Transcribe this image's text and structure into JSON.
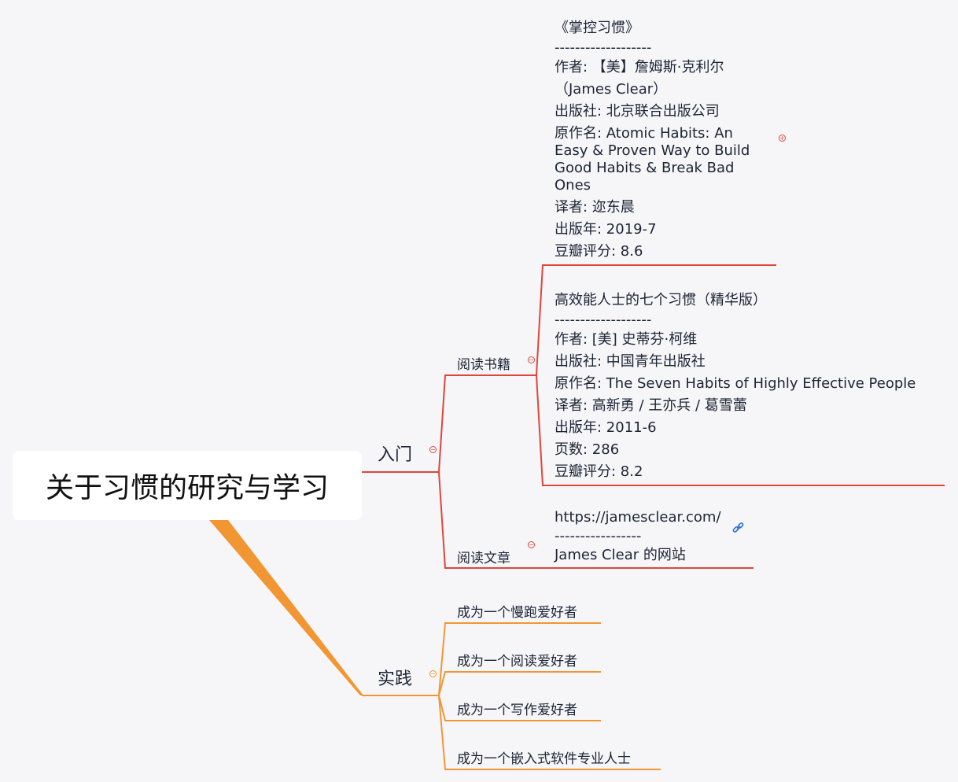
{
  "root": {
    "title": "关于习惯的研究与学习"
  },
  "branches": {
    "intro": {
      "label": "入门",
      "books": {
        "label": "阅读书籍",
        "book1": {
          "title": "《掌控习惯》",
          "sep": "-------------------",
          "author1": "作者: 【美】詹姆斯·克利尔",
          "author2": "（James Clear）",
          "publisher": "出版社: 北京联合出版公司",
          "original": "原作名: Atomic Habits: An Easy & Proven Way to Build Good Habits & Break Bad Ones",
          "translator": "译者: 迩东晨",
          "year": "出版年: 2019-7",
          "rating": "豆瓣评分: 8.6"
        },
        "book2": {
          "title": "高效能人士的七个习惯（精华版）",
          "sep": "-------------------",
          "author": "作者:  [美] 史蒂芬·柯维",
          "publisher": "出版社: 中国青年出版社",
          "original": "原作名: The Seven Habits of Highly Effective People",
          "translator": "译者: 高新勇 / 王亦兵 / 葛雪蕾",
          "year": "出版年: 2011-6",
          "pages": "页数: 286",
          "rating": "豆瓣评分: 8.2"
        }
      },
      "articles": {
        "label": "阅读文章",
        "url": "https://jamesclear.com/",
        "sep": "-----------------",
        "desc": "James Clear 的网站"
      }
    },
    "practice": {
      "label": "实践",
      "items": [
        "成为一个慢跑爱好者",
        "成为一个阅读爱好者",
        "成为一个写作爱好者",
        "成为一个嵌入式软件专业人士"
      ]
    }
  },
  "colors": {
    "red": "#e0453a",
    "orange": "#f29633",
    "link": "#2c6fd6"
  },
  "icons": {
    "collapse": "collapse-icon",
    "expand": "expand-icon",
    "link": "link-icon"
  }
}
